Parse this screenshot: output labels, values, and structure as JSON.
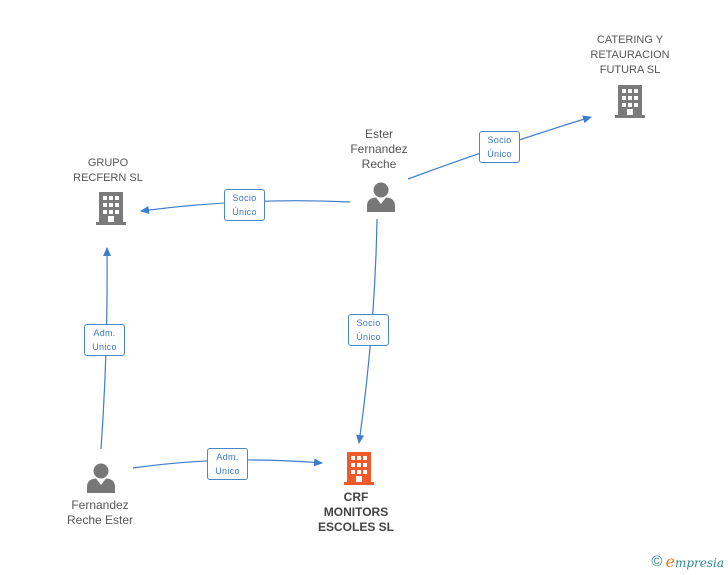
{
  "nodes": {
    "catering": {
      "label": [
        "CATERING Y",
        "RETAURACION",
        "FUTURA SL"
      ],
      "icon": "building-icon"
    },
    "grupo": {
      "label": [
        "GRUPO",
        "RECFERN SL"
      ],
      "icon": "building-icon"
    },
    "ester": {
      "label": [
        "Ester",
        "Fernandez",
        "Reche"
      ],
      "icon": "person-icon"
    },
    "fernandez": {
      "label": [
        "Fernandez",
        "Reche Ester"
      ],
      "icon": "person-icon"
    },
    "crf": {
      "label": [
        "CRF",
        "MONITORS",
        "ESCOLES SL"
      ],
      "icon": "building-icon"
    }
  },
  "edges": [
    {
      "id": "ester-catering",
      "label": [
        "Socio",
        "Único"
      ]
    },
    {
      "id": "ester-grupo",
      "label": [
        "Socio",
        "Único"
      ]
    },
    {
      "id": "ester-crf",
      "label": [
        "Socio",
        "Único"
      ]
    },
    {
      "id": "fernandez-grupo",
      "label": [
        "Adm.",
        "Unico"
      ]
    },
    {
      "id": "fernandez-crf",
      "label": [
        "Adm.",
        "Unico"
      ]
    }
  ],
  "colors": {
    "edge": "#3d7dca",
    "company": "#7a7a7a",
    "person": "#777777",
    "highlight": "#f05a28"
  },
  "brand": {
    "copyright": "©",
    "e": "e",
    "rest": "mpresia"
  }
}
